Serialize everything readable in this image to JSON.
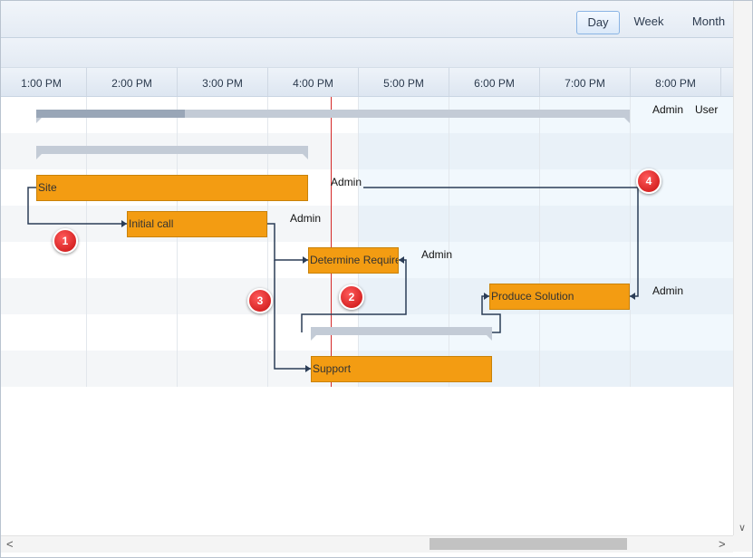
{
  "view_modes": [
    "Day",
    "Week",
    "Month"
  ],
  "active_view": "Day",
  "timeline": {
    "ticks": [
      "1:00 PM",
      "2:00 PM",
      "3:00 PM",
      "4:00 PM",
      "5:00 PM",
      "6:00 PM",
      "7:00 PM",
      "8:00 PM"
    ]
  },
  "tasks": [
    {
      "name": "Site",
      "resource": "Admin"
    },
    {
      "name": "Initial call",
      "resource": "Admin"
    },
    {
      "name": "Determine Requirements",
      "resource": "Admin"
    },
    {
      "name": "Produce Solution",
      "resource": "Admin"
    },
    {
      "name": "Support",
      "resource": ""
    }
  ],
  "summary_bar": {
    "resources": [
      "Admin",
      "User"
    ],
    "progress_percent": 25
  },
  "badges": [
    "1",
    "2",
    "3",
    "4"
  ],
  "colors": {
    "task": "#f39c12",
    "summary": "#c3cbd6",
    "now_line": "#d42a2a",
    "link": "#2b3d57",
    "badge": "#d01c1c"
  }
}
